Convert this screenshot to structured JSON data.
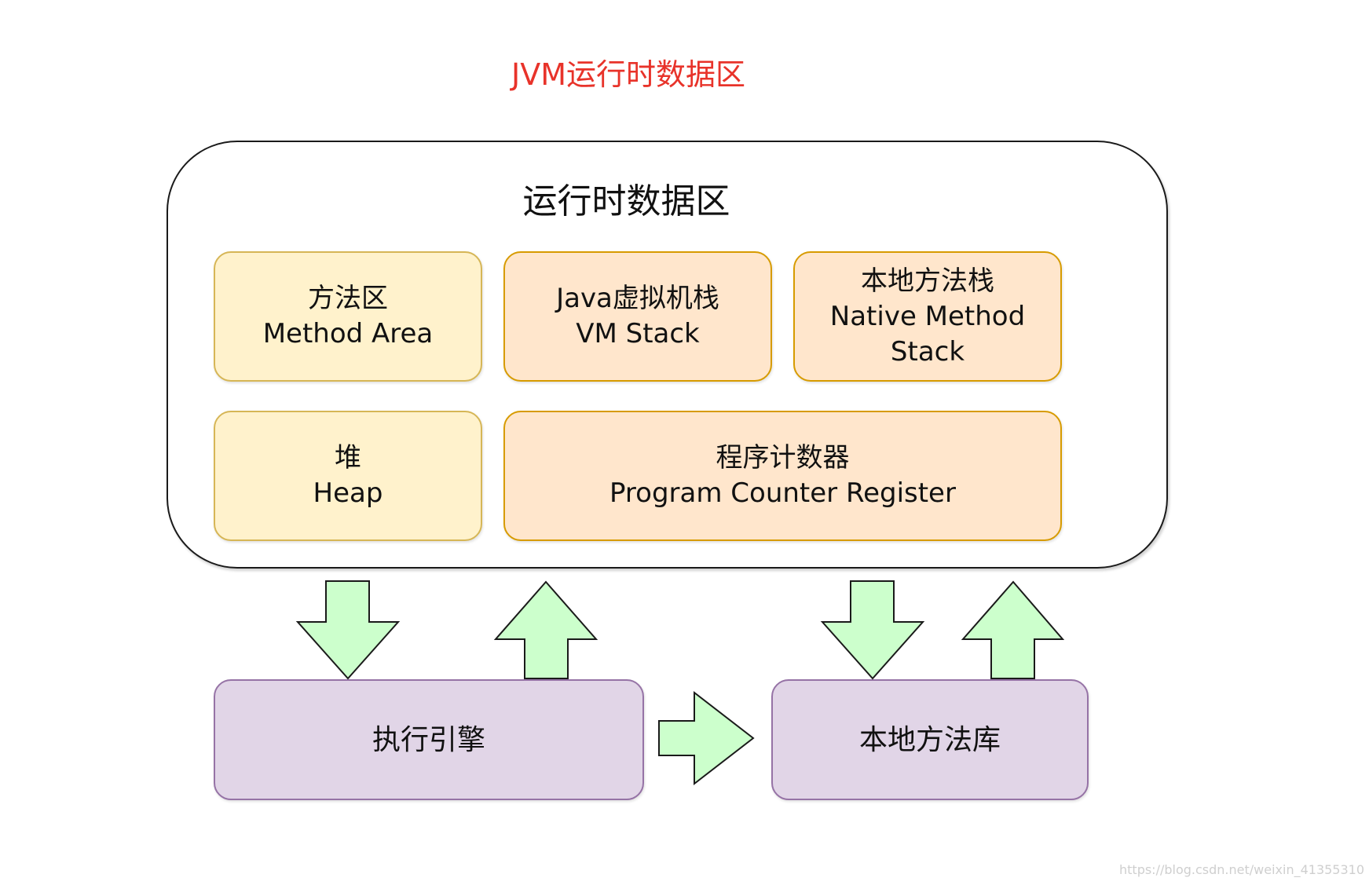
{
  "title": "JVM运行时数据区",
  "runtime_area": {
    "title": "运行时数据区",
    "blocks": {
      "method_area": {
        "line1": "方法区",
        "line2": "Method Area"
      },
      "vm_stack": {
        "line1": "Java虚拟机栈",
        "line2": "VM Stack"
      },
      "native_stack": {
        "line1": "本地方法栈",
        "line2": "Native Method",
        "line3": "Stack"
      },
      "heap": {
        "line1": "堆",
        "line2": "Heap"
      },
      "pc_register": {
        "line1": "程序计数器",
        "line2": "Program Counter Register"
      }
    }
  },
  "execution_engine": {
    "label": "执行引擎"
  },
  "native_library": {
    "label": "本地方法库"
  },
  "watermark": "https://blog.csdn.net/weixin_41355310",
  "colors": {
    "title_red": "#e8332a",
    "yellow_fill": "#fff2cc",
    "yellow_stroke": "#d6b656",
    "orange_fill": "#ffe6cc",
    "orange_stroke": "#d79b00",
    "purple_fill": "#e1d5e7",
    "purple_stroke": "#9673a6",
    "arrow_fill": "#ccffcc",
    "arrow_stroke": "#1a1a1a"
  },
  "arrows": [
    {
      "name": "runtime-to-engine-arrow",
      "direction": "down"
    },
    {
      "name": "engine-to-runtime-arrow",
      "direction": "up"
    },
    {
      "name": "runtime-to-native-library-arrow",
      "direction": "down"
    },
    {
      "name": "native-library-to-runtime-arrow",
      "direction": "up"
    },
    {
      "name": "engine-to-native-library-arrow",
      "direction": "right"
    }
  ]
}
